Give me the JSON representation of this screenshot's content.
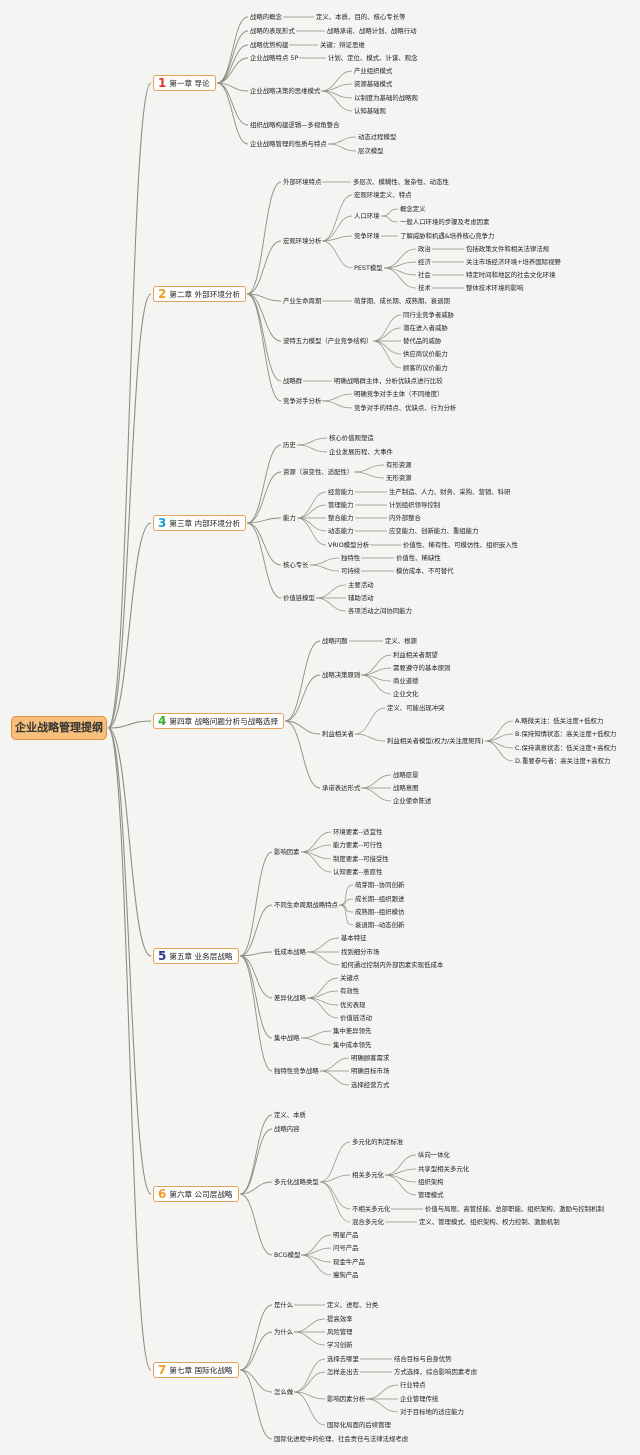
{
  "root": "企业战略管理提纲",
  "colors": {
    "line": "#8a9080",
    "root_fill": "#f6c07c",
    "chapter_border": "#e2a259",
    "background": "#f4f4f2"
  },
  "chapters": [
    {
      "num": "1",
      "num_color": "#e3342f",
      "label": "第一章 导论",
      "children": [
        {
          "label": "战略的概念",
          "children": [
            {
              "label": "定义、本质、目的、核心专长等"
            }
          ]
        },
        {
          "label": "战略的表现形式",
          "children": [
            {
              "label": "战略承诺、战略计划、战略行动"
            }
          ]
        },
        {
          "label": "战略优势构建",
          "children": [
            {
              "label": "关键：辩证思维"
            }
          ]
        },
        {
          "label": "企业战略特点 5P",
          "children": [
            {
              "label": "计划、定位、模式、计谋、观念"
            }
          ]
        },
        {
          "label": "企业战略决策的思维模式",
          "children": [
            {
              "label": "产业组织模式"
            },
            {
              "label": "资源基础模式"
            },
            {
              "label": "以制度为基础的战略观"
            },
            {
              "label": "认知基础观"
            }
          ]
        },
        {
          "label": "组织战略构建逻辑—多视角整合"
        },
        {
          "label": "企业战略管理的性质与特点",
          "children": [
            {
              "label": "动态过程模型"
            },
            {
              "label": "层次模型"
            }
          ]
        }
      ]
    },
    {
      "num": "2",
      "num_color": "#f29d1f",
      "label": "第二章 外部环境分析",
      "children": [
        {
          "label": "外部环境特点",
          "children": [
            {
              "label": "多层次、模糊性、复杂性、动态性"
            }
          ]
        },
        {
          "label": "宏观环境分析",
          "children": [
            {
              "label": "宏观环境定义、特点"
            },
            {
              "label": "人口环境",
              "children": [
                {
                  "label": "概念定义"
                },
                {
                  "label": "一般人口环境的步骤及考虑因素"
                }
              ]
            },
            {
              "label": "竞争环境",
              "children": [
                {
                  "label": "了解威胁和机遇&培养核心竞争力"
                }
              ]
            },
            {
              "label": "PEST模型",
              "children": [
                {
                  "label": "政治",
                  "children": [
                    {
                      "label": "包括政策文件和相关法律法规"
                    }
                  ]
                },
                {
                  "label": "经济",
                  "children": [
                    {
                      "label": "关注市场经济环境+培养国际视野"
                    }
                  ]
                },
                {
                  "label": "社会",
                  "children": [
                    {
                      "label": "特定时间和地区的社会文化环境"
                    }
                  ]
                },
                {
                  "label": "技术",
                  "children": [
                    {
                      "label": "整体技术环境的影响"
                    }
                  ]
                }
              ]
            }
          ]
        },
        {
          "label": "产业生命周期",
          "children": [
            {
              "label": "萌芽期、成长期、成熟期、衰退期"
            }
          ]
        },
        {
          "label": "波特五力模型（产业竞争结构）",
          "children": [
            {
              "label": "同行业竞争者威胁"
            },
            {
              "label": "潜在进入者威胁"
            },
            {
              "label": "替代品的威胁"
            },
            {
              "label": "供应商议价能力"
            },
            {
              "label": "顾客的议价能力"
            }
          ]
        },
        {
          "label": "战略群",
          "children": [
            {
              "label": "明确战略群主体，分析优缺点进行比较"
            }
          ]
        },
        {
          "label": "竞争对手分析",
          "children": [
            {
              "label": "明确竞争对手主体（不同维度）"
            },
            {
              "label": "竞争对手的特点、优缺点、行为分析"
            }
          ]
        }
      ]
    },
    {
      "num": "3",
      "num_color": "#1b9bd7",
      "label": "第三章 内部环境分析",
      "children": [
        {
          "label": "历史",
          "children": [
            {
              "label": "核心价值观塑造"
            },
            {
              "label": "企业发展历程、大事件"
            }
          ]
        },
        {
          "label": "资源（演变性、适配性）",
          "children": [
            {
              "label": "有形资源"
            },
            {
              "label": "无形资源"
            }
          ]
        },
        {
          "label": "能力",
          "children": [
            {
              "label": "经营能力",
              "children": [
                {
                  "label": "生产制造、人力、财务、采购、营销、科研"
                }
              ]
            },
            {
              "label": "管理能力",
              "children": [
                {
                  "label": "计划组织领导控制"
                }
              ]
            },
            {
              "label": "整合能力",
              "children": [
                {
                  "label": "内外部整合"
                }
              ]
            },
            {
              "label": "动态能力",
              "children": [
                {
                  "label": "应变能力、创新能力、重组能力"
                }
              ]
            },
            {
              "label": "VRIO模型分析",
              "children": [
                {
                  "label": "价值性、稀有性、可模仿性、组织嵌入性"
                }
              ]
            }
          ]
        },
        {
          "label": "核心专长",
          "children": [
            {
              "label": "独特性",
              "children": [
                {
                  "label": "价值性、稀缺性"
                }
              ]
            },
            {
              "label": "可持续",
              "children": [
                {
                  "label": "模仿成本、不可替代"
                }
              ]
            }
          ]
        },
        {
          "label": "价值链模型",
          "children": [
            {
              "label": "主要活动"
            },
            {
              "label": "辅助活动"
            },
            {
              "label": "各项活动之间协同能力"
            }
          ]
        }
      ]
    },
    {
      "num": "4",
      "num_color": "#3aaa35",
      "label": "第四章 战略问题分析与战略选择",
      "children": [
        {
          "label": "战略问题",
          "children": [
            {
              "label": "定义、根源"
            }
          ]
        },
        {
          "label": "战略决策原则",
          "children": [
            {
              "label": "利益相关者期望"
            },
            {
              "label": "需要遵守的基本原则"
            },
            {
              "label": "商业道德"
            },
            {
              "label": "企业文化"
            }
          ]
        },
        {
          "label": "利益相关者",
          "children": [
            {
              "label": "定义、可能出现冲突"
            },
            {
              "label": "利益相关者模型(权力/关注度矩阵)",
              "children": [
                {
                  "label": "A.略微关注：低关注度+低权力"
                },
                {
                  "label": "B.保持知情状态：高关注度+低权力"
                },
                {
                  "label": "C.保持满意状态：低关注度+高权力"
                },
                {
                  "label": "D.重要参与者：高关注度+高权力"
                }
              ]
            }
          ]
        },
        {
          "label": "承诺表达形式",
          "children": [
            {
              "label": "战略愿景"
            },
            {
              "label": "战略意图"
            },
            {
              "label": "企业使命陈述"
            }
          ]
        }
      ]
    },
    {
      "num": "5",
      "num_color": "#2d3a8c",
      "label": "第五章 业务层战略",
      "children": [
        {
          "label": "影响因素",
          "children": [
            {
              "label": "环境要素--适宜性"
            },
            {
              "label": "能力要素--可行性"
            },
            {
              "label": "制度要素--可接受性"
            },
            {
              "label": "认知要素--意愿性"
            }
          ]
        },
        {
          "label": "不同生命周期战略特点",
          "children": [
            {
              "label": "萌芽期--协同创新"
            },
            {
              "label": "成长期--组织跟进"
            },
            {
              "label": "成熟期--组织模仿"
            },
            {
              "label": "衰退期--动态创新"
            }
          ]
        },
        {
          "label": "低成本战略",
          "children": [
            {
              "label": "基本特征"
            },
            {
              "label": "找到细分市场"
            },
            {
              "label": "如何通过控制内外部因素实现低成本"
            }
          ]
        },
        {
          "label": "差异化战略",
          "children": [
            {
              "label": "关键点"
            },
            {
              "label": "有效性"
            },
            {
              "label": "优劣表现"
            },
            {
              "label": "价值链活动"
            }
          ]
        },
        {
          "label": "集中战略",
          "children": [
            {
              "label": "集中差异领先"
            },
            {
              "label": "集中成本领先"
            }
          ]
        },
        {
          "label": "独特性竞争战略",
          "children": [
            {
              "label": "明确顾客需求"
            },
            {
              "label": "明确目标市场"
            },
            {
              "label": "选择经营方式"
            }
          ]
        }
      ]
    },
    {
      "num": "6",
      "num_color": "#f29d1f",
      "label": "第六章 公司层战略",
      "children": [
        {
          "label": "定义、本质"
        },
        {
          "label": "战略内容"
        },
        {
          "label": "多元化战略类型",
          "children": [
            {
              "label": "多元化的判定标准"
            },
            {
              "label": "相关多元化",
              "children": [
                {
                  "label": "纵向一体化"
                },
                {
                  "label": "共享型相关多元化"
                },
                {
                  "label": "组织架构"
                },
                {
                  "label": "管理模式"
                }
              ]
            },
            {
              "label": "不相关多元化",
              "children": [
                {
                  "label": "价值与局限、高管技能、总部职能、组织架构、激励与控制机制"
                }
              ]
            },
            {
              "label": "混合多元化",
              "children": [
                {
                  "label": "定义、管理模式、组织架构、权力控制、激励机制"
                }
              ]
            }
          ]
        },
        {
          "label": "BCG模型",
          "children": [
            {
              "label": "明星产品"
            },
            {
              "label": "问号产品"
            },
            {
              "label": "现金牛产品"
            },
            {
              "label": "瘦狗产品"
            }
          ]
        }
      ]
    },
    {
      "num": "7",
      "num_color": "#f29d1f",
      "label": "第七章 国际化战略",
      "children": [
        {
          "label": "是什么",
          "children": [
            {
              "label": "定义、进程、分类"
            }
          ]
        },
        {
          "label": "为什么",
          "children": [
            {
              "label": "提高效率"
            },
            {
              "label": "风险管理"
            },
            {
              "label": "学习创新"
            }
          ]
        },
        {
          "label": "怎么做",
          "children": [
            {
              "label": "选择去哪里",
              "children": [
                {
                  "label": "结合目标与自身优势"
                }
              ]
            },
            {
              "label": "怎样走出去",
              "children": [
                {
                  "label": "方式选择，综合影响因素考虑"
                }
              ]
            },
            {
              "label": "影响因素分析",
              "children": [
                {
                  "label": "行业特点"
                },
                {
                  "label": "企业管理传统"
                },
                {
                  "label": "对于目标地的适应能力"
                }
              ]
            },
            {
              "label": "国际化局面的后续管理"
            }
          ]
        },
        {
          "label": "国际化进程中的伦理、社会责任与法律法规考虑"
        }
      ]
    }
  ]
}
